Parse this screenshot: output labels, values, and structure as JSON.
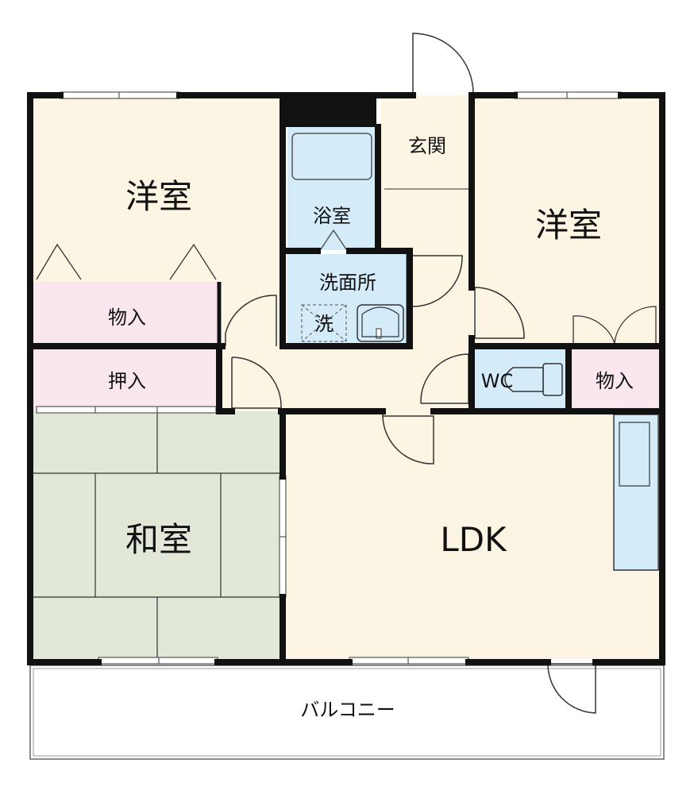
{
  "rooms": {
    "western_left": "洋室",
    "western_right": "洋室",
    "bath": "浴室",
    "entrance": "玄関",
    "washroom": "洗面所",
    "washer": "洗",
    "storage_left": "物入",
    "closet": "押入",
    "wc": "WC",
    "storage_right": "物入",
    "japanese": "和室",
    "ldk": "LDK",
    "balcony": "バルコニー"
  },
  "colors": {
    "western": "#fdf5e4",
    "storage": "#fae6ee",
    "wet": "#d4ecfa",
    "tatami": "#e2e8d8",
    "wall": "#111111",
    "line": "#555555"
  }
}
